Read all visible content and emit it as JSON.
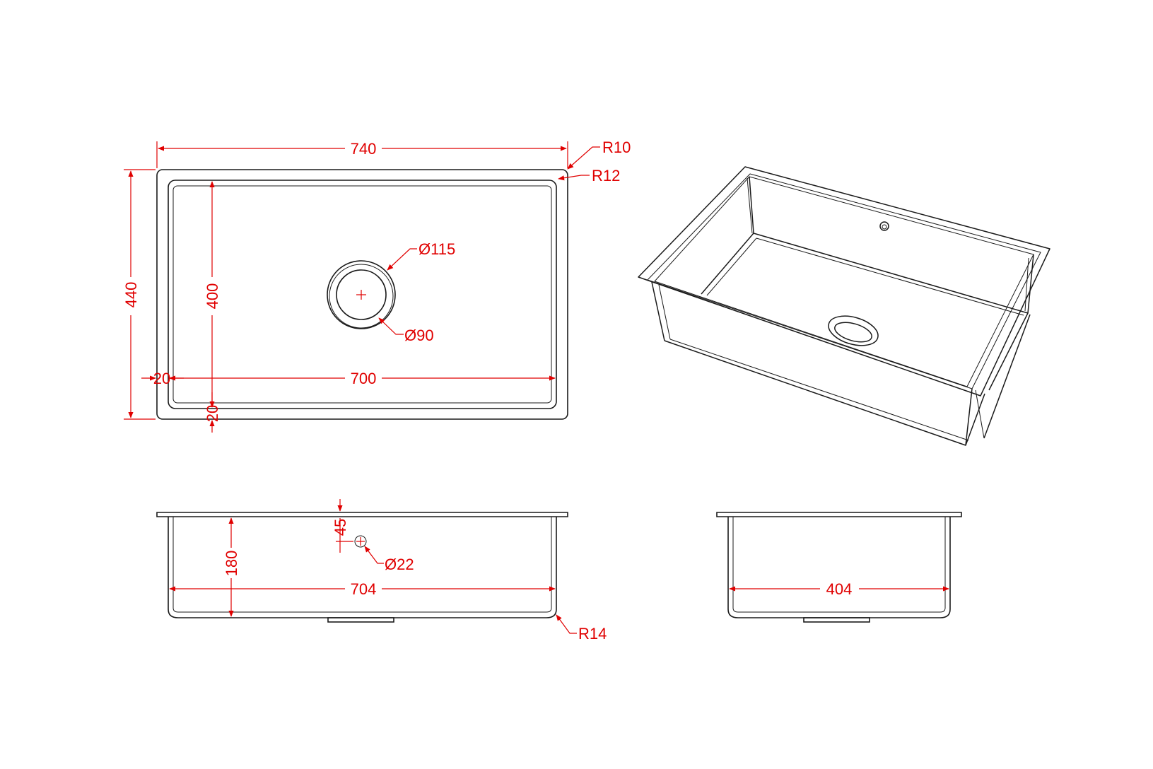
{
  "colors": {
    "line": "#1a1a1a",
    "dimension": "#e00000",
    "background": "#ffffff"
  },
  "top_view": {
    "overall_width": "740",
    "overall_depth": "440",
    "inner_width": "700",
    "inner_depth": "400",
    "flange_left": "20",
    "flange_bottom": "20",
    "corner_radius_outer": "R10",
    "corner_radius_inner": "R12",
    "waste_outer_diameter": "Ø115",
    "waste_inner_diameter": "Ø90"
  },
  "front_view": {
    "bowl_depth": "180",
    "overflow_offset": "45",
    "overflow_diameter": "Ø22",
    "bowl_width": "704",
    "base_radius": "R14"
  },
  "side_view": {
    "bowl_depth": "404"
  }
}
